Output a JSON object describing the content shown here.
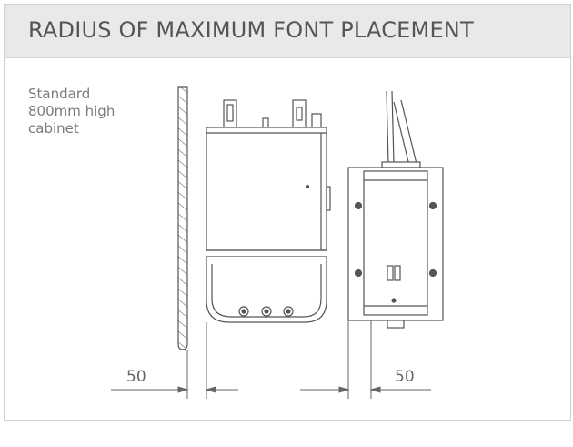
{
  "header": {
    "title": "RADIUS OF MAXIMUM FONT PLACEMENT"
  },
  "cabinet_label": {
    "line1": "Standard",
    "line2": "800mm high",
    "line3": "cabinet"
  },
  "dimensions": {
    "left_clearance": "50",
    "right_clearance": "50"
  },
  "colors": {
    "header_bg": "#e9e9e9",
    "line": "#555555",
    "text": "#666666"
  }
}
